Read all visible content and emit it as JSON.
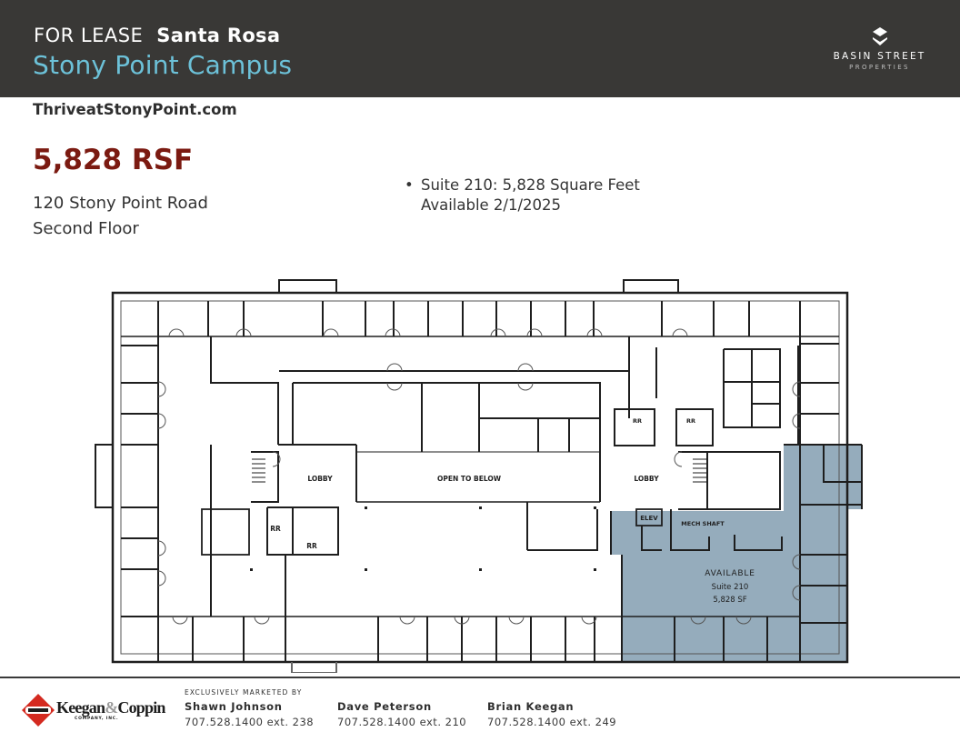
{
  "header": {
    "for_lease": "FOR LEASE",
    "city": "Santa Rosa",
    "property_name": "Stony Point Campus",
    "background_color": "#393836",
    "accent_color": "#6cc1d8"
  },
  "brand": {
    "icon": "stacked-diamond-logo-icon",
    "name": "BASIN STREET",
    "sub": "PROPERTIES"
  },
  "website": "ThriveatStonyPoint.com",
  "size_headline": "5,828 RSF",
  "size_color": "#7b1a11",
  "address": {
    "line1": "120 Stony Point Road",
    "line2": "Second Floor"
  },
  "details": {
    "bullet_line1": "Suite 210: 5,828 Square Feet",
    "bullet_line2": "Available 2/1/2025"
  },
  "floor_plan": {
    "labels": {
      "lobby_left": "LOBBY",
      "open_to_below": "OPEN TO BELOW",
      "lobby_right": "LOBBY",
      "elev": "ELEV",
      "mech_shaft": "MECH SHAFT",
      "rr": "RR",
      "available": "AVAILABLE",
      "suite": "Suite 210",
      "suite_sf": "5,828 SF"
    },
    "highlight_color": "#8fa8b8"
  },
  "footer": {
    "logo": {
      "icon": "keegan-coppin-diamond-icon",
      "name_left": "Keegan",
      "amp": "&",
      "name_right": "Coppin",
      "sub": "COMPANY, INC."
    },
    "marketed_by_label": "EXCLUSIVELY MARKETED BY",
    "contacts": [
      {
        "name": "Shawn Johnson",
        "phone": "707.528.1400 ext. 238"
      },
      {
        "name": "Dave Peterson",
        "phone": "707.528.1400 ext. 210"
      },
      {
        "name": "Brian Keegan",
        "phone": "707.528.1400 ext. 249"
      }
    ]
  }
}
